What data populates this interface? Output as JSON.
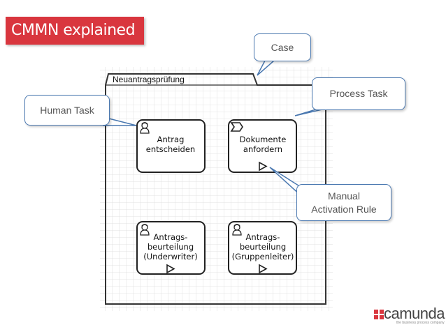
{
  "title": "CMMN explained",
  "case": {
    "name": "Neuantragsprüfung"
  },
  "callouts": {
    "case": "Case",
    "human_task": "Human Task",
    "process_task": "Process Task",
    "manual_activation": [
      "Manual",
      "Activation Rule"
    ]
  },
  "tasks": [
    {
      "type": "human",
      "lines": [
        "Antrag",
        "entscheiden"
      ],
      "manual_activation": false
    },
    {
      "type": "process",
      "lines": [
        "Dokumente",
        "anfordern"
      ],
      "manual_activation": true
    },
    {
      "type": "human",
      "lines": [
        "Antrags-",
        "beurteilung",
        "(Underwriter)"
      ],
      "manual_activation": true
    },
    {
      "type": "human",
      "lines": [
        "Antrags-",
        "beurteilung",
        "(Gruppenleiter)"
      ],
      "manual_activation": true
    }
  ],
  "brand": {
    "name": "camunda",
    "tagline": "the business process company"
  },
  "colors": {
    "title_banner": "#d9363e",
    "callout_border": "#4a78b0",
    "grid": "#cfcfcf"
  }
}
